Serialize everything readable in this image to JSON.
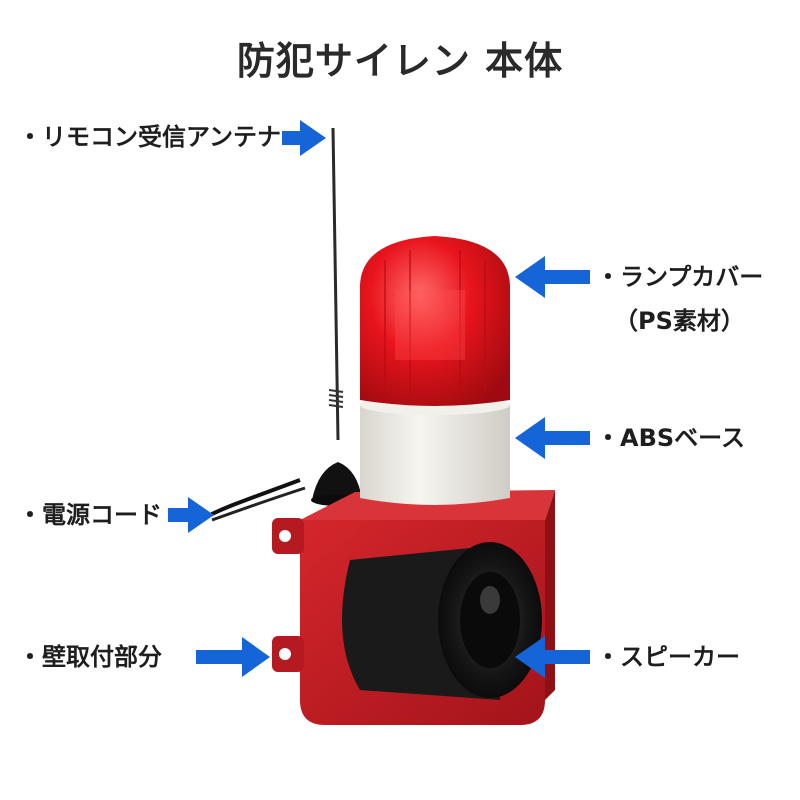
{
  "title": "防犯サイレン 本体",
  "labels": {
    "antenna": "・リモコン受信アンテナ",
    "lamp_cover_line1": "・ランプカバー",
    "lamp_cover_line2": "（PS素材）",
    "abs_base": "・ABSベース",
    "power_cord": "・電源コード",
    "wall_mount": "・壁取付部分",
    "speaker": "・スピーカー"
  },
  "colors": {
    "arrow": "#1565d8",
    "lamp": "#e0101a",
    "base": "#ece9e2",
    "bracket": "#c41a1f",
    "speaker": "#1a1a1a"
  }
}
